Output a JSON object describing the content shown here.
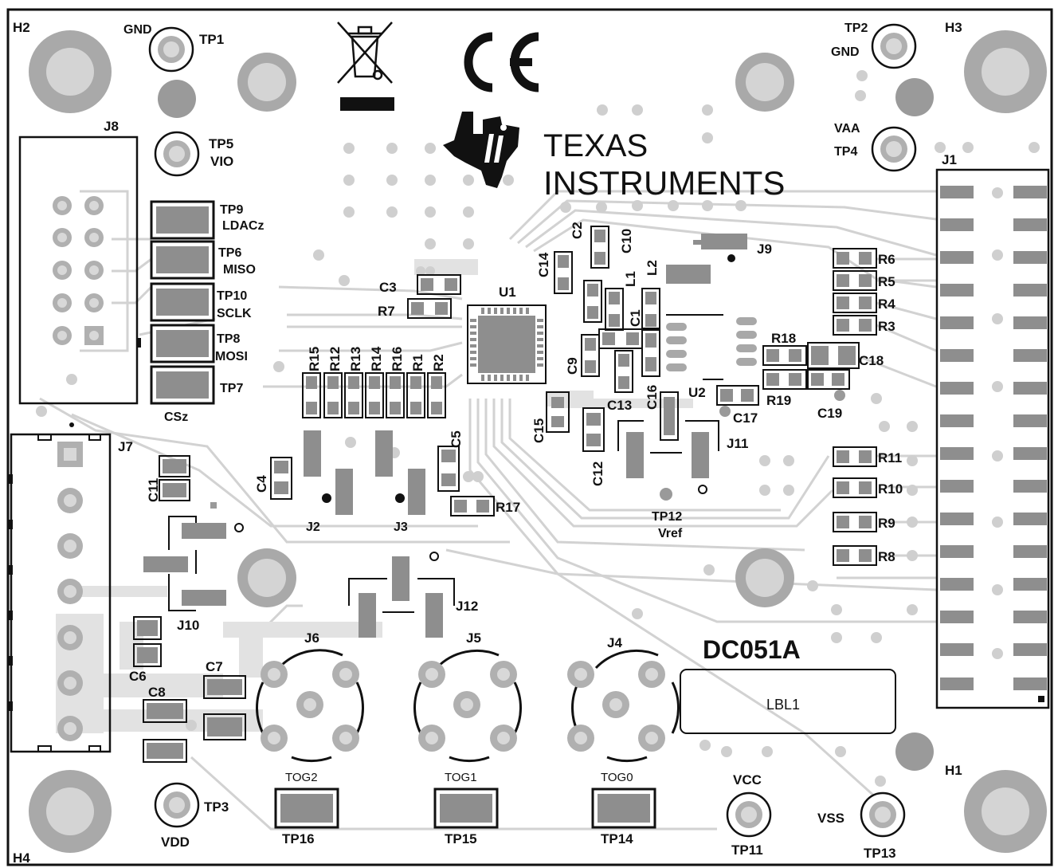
{
  "board": {
    "title": "DC051A",
    "label_box": "LBL1",
    "company_line1": "TEXAS",
    "company_line2": "INSTRUMENTS",
    "ce_mark": "CE",
    "logos": [
      "ti-logo-icon",
      "weee-bin-icon",
      "ce-mark-icon"
    ]
  },
  "holes": [
    "H1",
    "H2",
    "H3",
    "H4"
  ],
  "test_points": {
    "tp1": "TP1",
    "tp1_net": "GND",
    "tp2": "TP2",
    "tp2_net": "GND",
    "tp3": "TP3",
    "tp3_net": "VDD",
    "tp4": "TP4",
    "tp4_net": "VAA",
    "tp5": "TP5",
    "tp5_net": "VIO",
    "tp6": "TP6",
    "tp6_net": "MISO",
    "tp7": "TP7",
    "tp8": "TP8",
    "tp8_net": "MOSI",
    "tp9": "TP9",
    "tp9_net": "LDACz",
    "tp10": "TP10",
    "tp10_net": "SCLK",
    "tp11": "TP11",
    "tp11_net": "VCC",
    "tp12": "TP12",
    "tp12_net": "Vref",
    "tp13": "TP13",
    "tp13_net": "VSS",
    "tp14": "TP14",
    "tp14_net": "TOG0",
    "tp15": "TP15",
    "tp15_net": "TOG1",
    "tp16": "TP16",
    "tp16_net": "TOG2",
    "csz": "CSz"
  },
  "connectors": {
    "j1": "J1",
    "j2": "J2",
    "j3": "J3",
    "j4": "J4",
    "j5": "J5",
    "j6": "J6",
    "j7": "J7",
    "j8": "J8",
    "j9": "J9",
    "j10": "J10",
    "j11": "J11",
    "j12": "J12"
  },
  "ics": {
    "u1": "U1",
    "u2": "U2"
  },
  "capacitors": {
    "c1": "C1",
    "c2": "C2",
    "c3": "C3",
    "c4": "C4",
    "c5": "C5",
    "c6": "C6",
    "c7": "C7",
    "c8": "C8",
    "c9": "C9",
    "c10": "C10",
    "c11": "C11",
    "c12": "C12",
    "c13": "C13",
    "c14": "C14",
    "c15": "C15",
    "c16": "C16",
    "c17": "C17",
    "c18": "C18",
    "c19": "C19"
  },
  "inductors": {
    "l1": "L1",
    "l2": "L2"
  },
  "resistors": {
    "r1": "R1",
    "r2": "R2",
    "r3": "R3",
    "r4": "R4",
    "r5": "R5",
    "r6": "R6",
    "r7": "R7",
    "r8": "R8",
    "r9": "R9",
    "r10": "R10",
    "r11": "R11",
    "r12": "R12",
    "r13": "R13",
    "r14": "R14",
    "r15": "R15",
    "r16": "R16",
    "r17": "R17",
    "r18": "R18",
    "r19": "R19"
  },
  "colors": {
    "silk": "#111111",
    "copper": "#bdbdbd",
    "pad": "#8e8e8e",
    "pad_dark": "#6f6f6f",
    "trace": "#d2d2d2"
  }
}
